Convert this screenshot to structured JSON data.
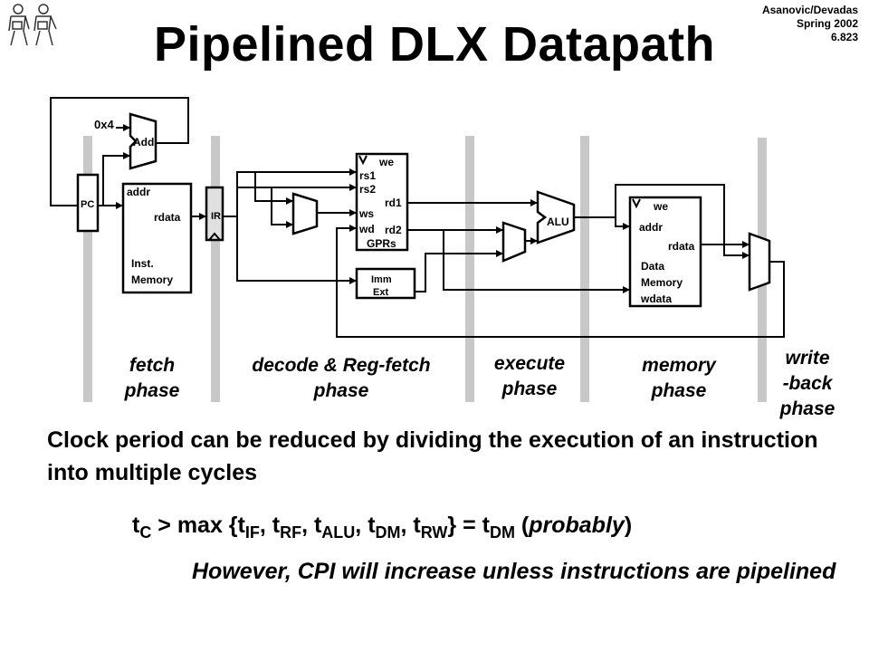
{
  "title": "Pipelined DLX Datapath",
  "credit": {
    "line1": "Asanovic/Devadas",
    "line2": "Spring 2002",
    "line3": "6.823"
  },
  "diagram": {
    "const": "0x4",
    "add": "Add",
    "pc": "PC",
    "imem": {
      "addr": "addr",
      "rdata": "rdata",
      "name1": "Inst.",
      "name2": "Memory"
    },
    "ir": "IR",
    "gpr": {
      "we": "we",
      "rs1": "rs1",
      "rs2": "rs2",
      "ws": "ws",
      "wd": "wd",
      "rd1": "rd1",
      "rd2": "rd2",
      "name": "GPRs"
    },
    "imm": {
      "l1": "Imm",
      "l2": "Ext"
    },
    "alu": "ALU",
    "dmem": {
      "we": "we",
      "addr": "addr",
      "rdata": "rdata",
      "name1": "Data",
      "name2": "Memory",
      "wdata": "wdata"
    }
  },
  "phases": {
    "fetch": [
      "fetch",
      "phase"
    ],
    "decode": [
      "decode & Reg-fetch",
      "phase"
    ],
    "execute": [
      "execute",
      "phase"
    ],
    "memory": [
      "memory",
      "phase"
    ],
    "writeback": [
      "write",
      "-back",
      "phase"
    ]
  },
  "text": {
    "clock": "Clock period can be reduced by dividing the execution of an instruction into multiple cycles",
    "eq": {
      "t": "t",
      "c": "C",
      "gt": " > max {t",
      "if": "IF",
      "c1": ", t",
      "rf": "RF",
      "c2": ", t",
      "alu": "ALU",
      "c3": ", t",
      "dm": "DM",
      "c4": ", t",
      "rw": "RW",
      "mid": "} = t",
      "dm2": "DM",
      "open": " (",
      "prob": "probably",
      "close": ")"
    },
    "however": "However, CPI will increase unless instructions are pipelined"
  }
}
